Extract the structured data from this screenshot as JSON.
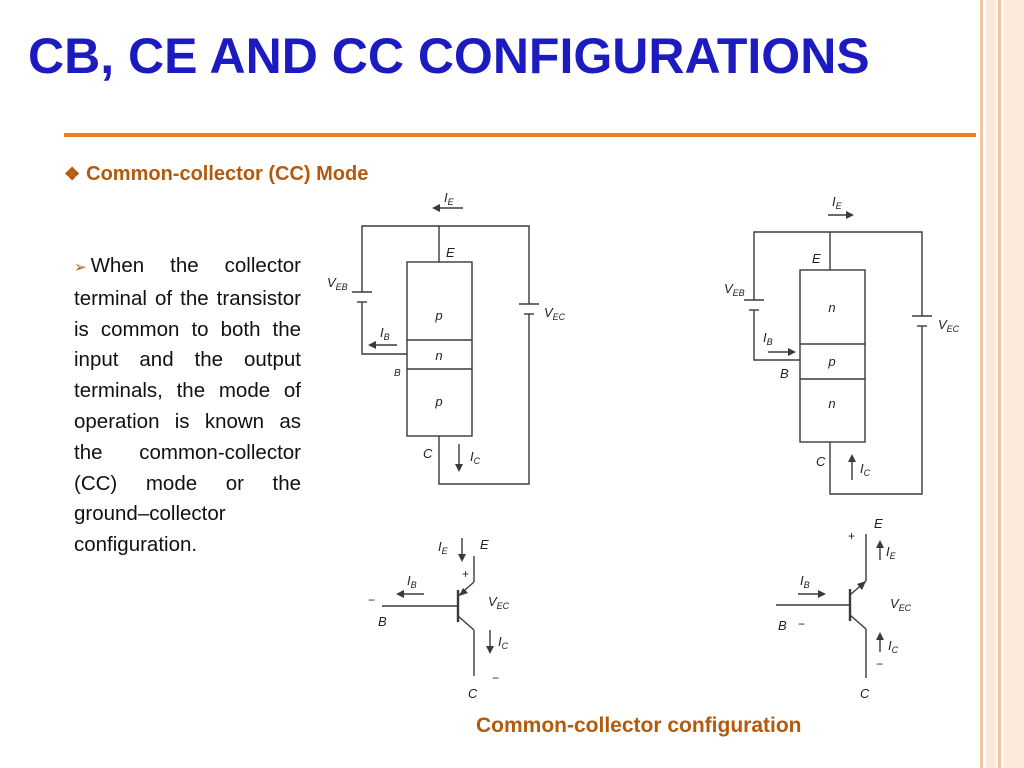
{
  "slide": {
    "title": "CB, CE AND CC CONFIGURATIONS",
    "section_heading": "Common-collector (CC) Mode",
    "body_text": "When the collector terminal of the transistor is common to both the input and the output terminals, the mode of operation is known as the common-collector (CC) mode or the ground–collector configuration.",
    "caption": "Common-collector configuration"
  },
  "icons": {
    "section_bullet": "diamond-bullet-icon",
    "text_bullet": "arrowhead-bullet-icon"
  },
  "colors": {
    "title": "#1b1bbf",
    "accent": "#b45a0c",
    "rule": "#f07d1e",
    "stripe_light": "#fde9da",
    "stripe_dark": "#f4c4a0"
  },
  "diagram": {
    "pnp_circuit": {
      "regions": [
        "p",
        "n",
        "p"
      ],
      "terminal_emitter": "E",
      "terminal_base": "B",
      "terminal_collector": "C",
      "current_emitter": "I",
      "current_emitter_sub": "E",
      "current_base": "I",
      "current_base_sub": "B",
      "current_collector": "I",
      "current_collector_sub": "C",
      "input_voltage": "V",
      "input_voltage_sub": "EB",
      "output_voltage": "V",
      "output_voltage_sub": "EC"
    },
    "npn_circuit": {
      "regions": [
        "n",
        "p",
        "n"
      ],
      "terminal_emitter": "E",
      "terminal_base": "B",
      "terminal_collector": "C",
      "current_emitter": "I",
      "current_emitter_sub": "E",
      "current_base": "I",
      "current_base_sub": "B",
      "current_collector": "I",
      "current_collector_sub": "C",
      "input_voltage": "V",
      "input_voltage_sub": "EB",
      "output_voltage": "V",
      "output_voltage_sub": "EC"
    },
    "pnp_symbol": {
      "terminal_emitter": "E",
      "terminal_base": "B",
      "terminal_collector": "C",
      "current_emitter": "I",
      "current_emitter_sub": "E",
      "current_base": "I",
      "current_base_sub": "B",
      "current_collector": "I",
      "current_collector_sub": "C",
      "voltage": "V",
      "voltage_sub": "EC",
      "plus_sign": "+",
      "minus_sign": "−"
    },
    "npn_symbol": {
      "terminal_emitter": "E",
      "terminal_base": "B",
      "terminal_collector": "C",
      "current_emitter": "I",
      "current_emitter_sub": "E",
      "current_base": "I",
      "current_base_sub": "B",
      "current_collector": "I",
      "current_collector_sub": "C",
      "voltage": "V",
      "voltage_sub": "EC",
      "plus_sign": "+",
      "minus_sign": "−"
    }
  }
}
